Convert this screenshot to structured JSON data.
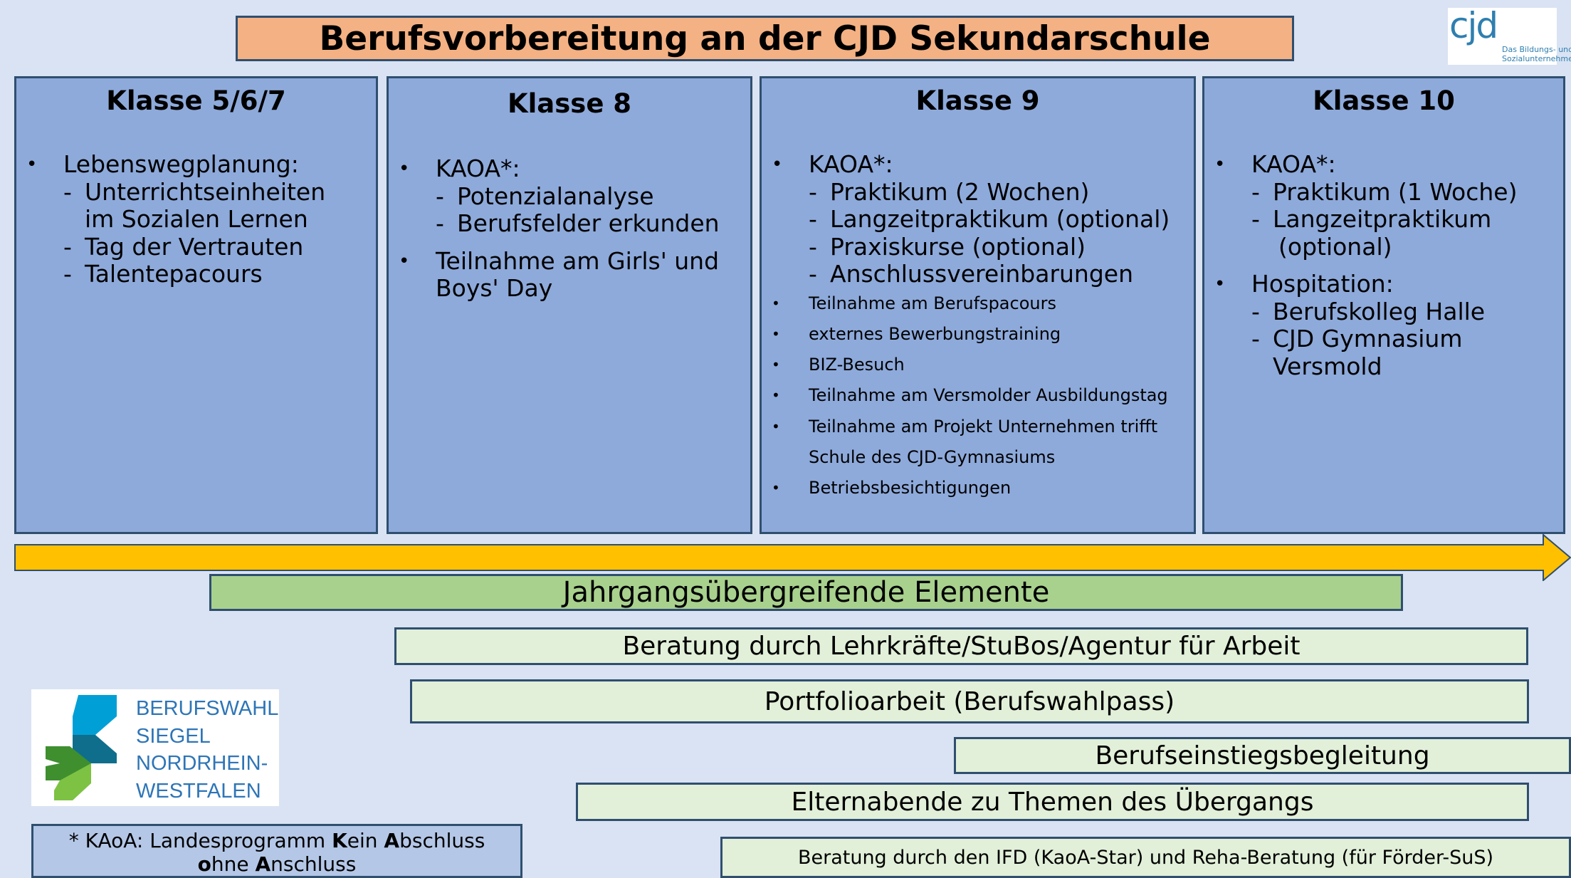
{
  "title": "Berufsvorbereitung an der CJD Sekundarschule",
  "cjd_logo": {
    "mark": "cjd",
    "line1": "Das Bildungs- und",
    "line2": "Sozialunternehmen"
  },
  "grades": [
    {
      "heading": "Klasse 5/6/7",
      "bullet": "Lebenswegplanung:",
      "items": [
        "Unterrichtseinheiten",
        "Tag der Vertrauten",
        "Talentepacours"
      ],
      "item1_cont": "im Sozialen Lernen"
    },
    {
      "heading": "Klasse 8",
      "bullet1": "KAOA*:",
      "items": [
        "Potenzialanalyse",
        "Berufsfelder erkunden"
      ],
      "bullet2_line1": "Teilnahme am Girls' und",
      "bullet2_line2": "Boys' Day"
    },
    {
      "heading": "Klasse 9",
      "bullet1": "KAOA*:",
      "items": [
        "Praktikum (2 Wochen)",
        "Langzeitpraktikum (optional)",
        "Praxiskurse (optional)",
        "Anschlussvereinbarungen"
      ],
      "small_items": [
        "Teilnahme am Berufspacours",
        "externes Bewerbungstraining",
        "BIZ-Besuch",
        "Teilnahme am Versmolder Ausbildungstag",
        "Teilnahme am Projekt Unternehmen trifft",
        "Betriebsbesichtigungen"
      ],
      "small_cont": "Schule des CJD-Gymnasiums"
    },
    {
      "heading": "Klasse 10",
      "bullet1": "KAOA*:",
      "items": [
        "Praktikum (1 Woche)",
        "Langzeitpraktikum"
      ],
      "item2_cont": "(optional)",
      "bullet2": "Hospitation:",
      "hosp_items": [
        "Berufskolleg Halle",
        "CJD Gymnasium"
      ],
      "hosp_cont": "Versmold"
    }
  ],
  "dash": "-",
  "elements_heading": "Jahrgangsübergreifende Elemente",
  "elements": [
    "Beratung durch Lehrkräfte/StuBos/Agentur für Arbeit",
    "Portfolioarbeit (Berufswahlpass)",
    "Berufseinstiegsbegleitung",
    "Elternabende zu Themen des Übergangs",
    "Beratung durch den IFD (KaoA-Star) und Reha-Beratung (für Förder-SuS)"
  ],
  "siegel_logo": {
    "lines": [
      "BERUFSWAHL",
      "SIEGEL",
      "NORDRHEIN-",
      "WESTFALEN"
    ]
  },
  "footnote": {
    "p1": "* KAoA: Landesprogramm ",
    "k": "K",
    "p2": "ein ",
    "a": "A",
    "p3": "bschluss",
    "o": "o",
    "p4": "hne ",
    "a2": "A",
    "p5": "nschluss"
  },
  "colors": {
    "title_bg": "#f4b183",
    "grade_bg": "#8eaadb",
    "arrow": "#ffc000",
    "elements_heading_bg": "#a9d18e",
    "element_bg": "#e2f0d9",
    "footnote_bg": "#b4c7e7"
  }
}
